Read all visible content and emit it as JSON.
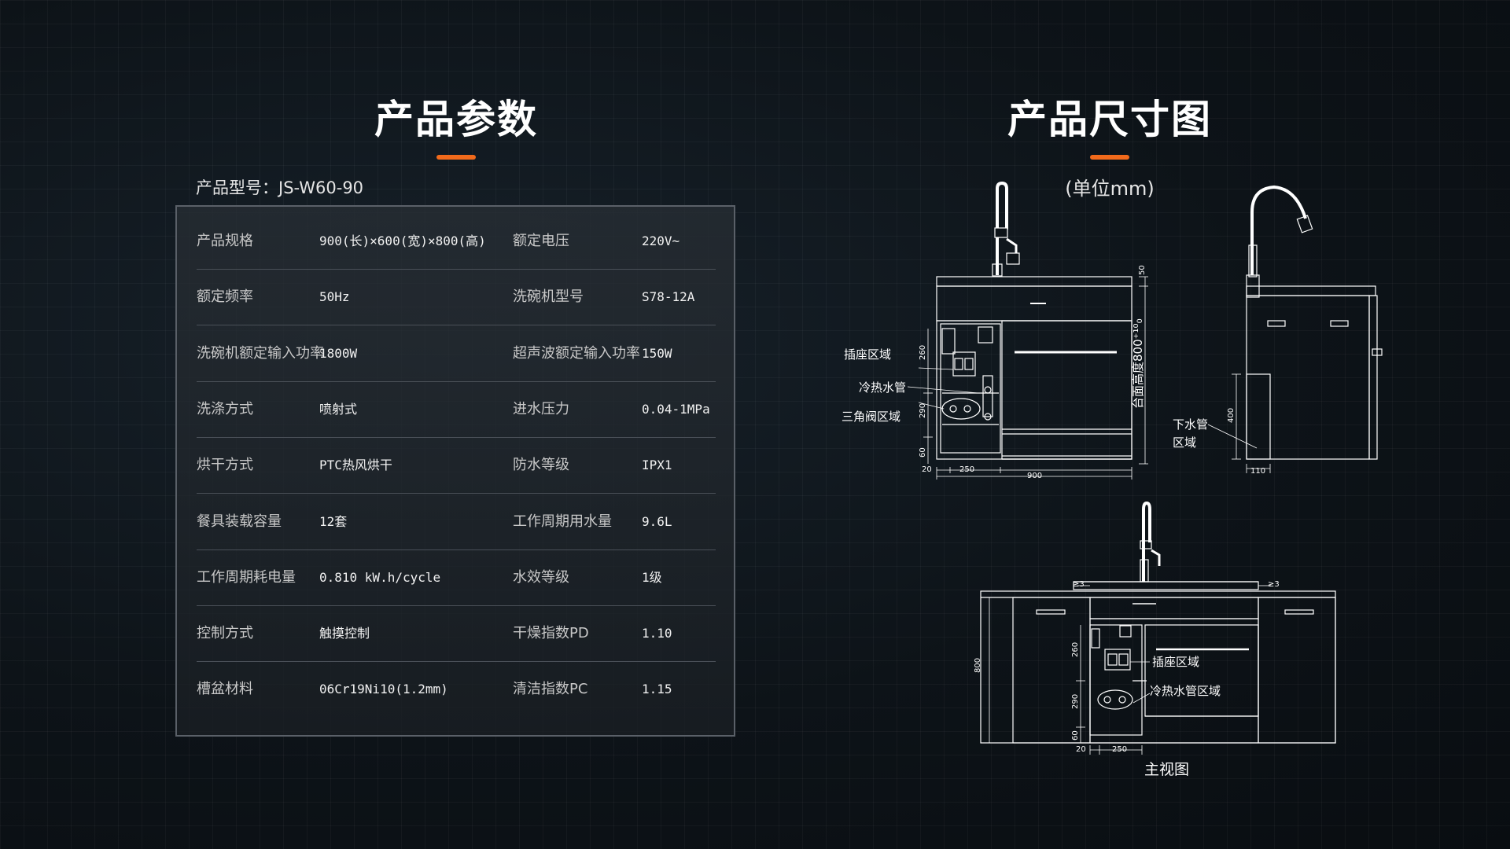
{
  "params": {
    "title": "产品参数",
    "model_label": "产品型号：JS-W60-90",
    "rows": [
      {
        "l1": "产品规格",
        "v1": "900(长)×600(宽)×800(高)",
        "l2": "额定电压",
        "v2": "220V~"
      },
      {
        "l1": "额定频率",
        "v1": "50Hz",
        "l2": "洗碗机型号",
        "v2": "S78-12A"
      },
      {
        "l1": "洗碗机额定输入功率",
        "v1": "1800W",
        "l2": "超声波额定输入功率",
        "v2": "150W"
      },
      {
        "l1": "洗涤方式",
        "v1": "喷射式",
        "l2": "进水压力",
        "v2": "0.04-1MPa"
      },
      {
        "l1": "烘干方式",
        "v1": "PTC热风烘干",
        "l2": "防水等级",
        "v2": "IPX1"
      },
      {
        "l1": "餐具装载容量",
        "v1": "12套",
        "l2": "工作周期用水量",
        "v2": "9.6L"
      },
      {
        "l1": "工作周期耗电量",
        "v1": "0.810 kW.h/cycle",
        "l2": "水效等级",
        "v2": "1级"
      },
      {
        "l1": "控制方式",
        "v1": "触摸控制",
        "l2": "干燥指数PD",
        "v2": "1.10"
      },
      {
        "l1": "槽盆材料",
        "v1": "06Cr19Ni10(1.2mm)",
        "l2": "清洁指数PC",
        "v2": "1.15"
      }
    ]
  },
  "dims": {
    "title": "产品尺寸图",
    "unit": "(单位mm)",
    "front": {
      "socket": "插座区域",
      "pipe": "冷热水管",
      "valve": "三角阀区域",
      "height": "台面高度800⁺¹⁰₀",
      "d50": "50",
      "d260": "260",
      "d290": "290",
      "d60": "60",
      "d20": "20",
      "d250": "250",
      "d900": "900"
    },
    "side": {
      "drain1": "下水管",
      "drain2": "区域",
      "d400": "400",
      "d110": "110"
    },
    "main": {
      "socket": "插座区域",
      "pipe": "冷热水管区域",
      "gap_left": "≥3",
      "gap_right": "≥3",
      "d800": "800",
      "d260": "260",
      "d290": "290",
      "d60": "60",
      "d20": "20",
      "d250": "250",
      "caption": "主视图"
    }
  },
  "colors": {
    "accent": "#f26a1b",
    "line": "#ffffff",
    "panel_border": "#5a6068"
  }
}
